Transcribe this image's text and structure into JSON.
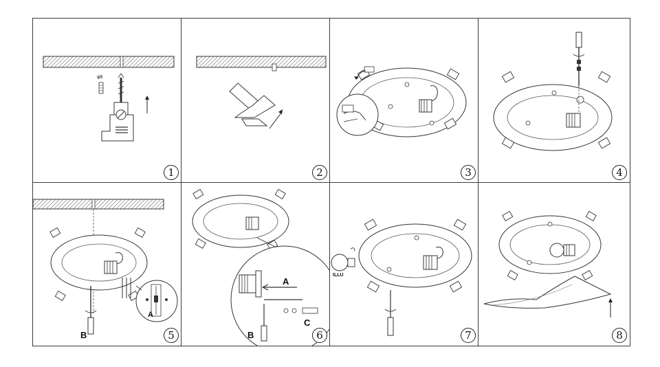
{
  "steps": [
    {
      "number": "1",
      "labels": [
        "φ6"
      ]
    },
    {
      "number": "2",
      "labels": []
    },
    {
      "number": "3",
      "labels": []
    },
    {
      "number": "4",
      "labels": []
    },
    {
      "number": "5",
      "labels": [
        "B",
        "A"
      ]
    },
    {
      "number": "6",
      "labels": [
        "A",
        "C",
        "B"
      ]
    },
    {
      "number": "7",
      "labels": [
        "ILLU"
      ]
    },
    {
      "number": "8",
      "labels": []
    }
  ]
}
